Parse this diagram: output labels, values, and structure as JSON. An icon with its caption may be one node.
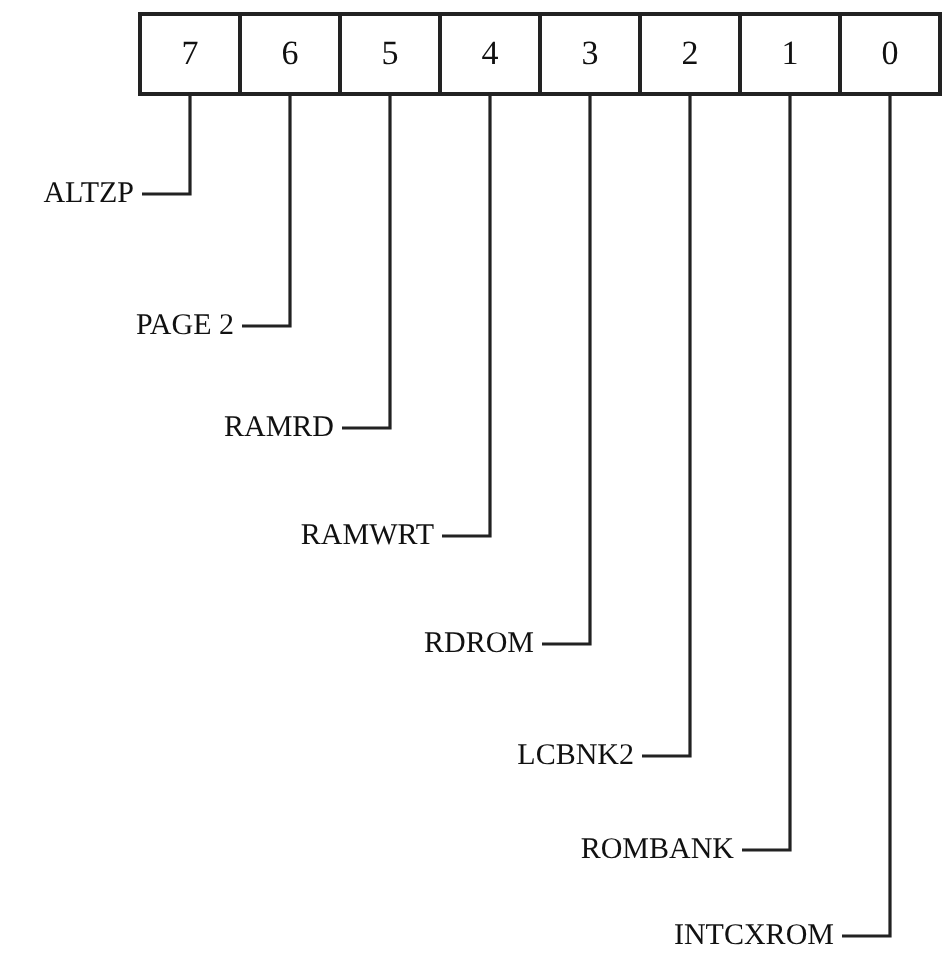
{
  "diagram": {
    "nodes": [
      {
        "text": [
          "7"
        ]
      },
      {
        "text": [
          "6"
        ]
      },
      {
        "text": [
          "5"
        ]
      },
      {
        "text": [
          "4"
        ]
      },
      {
        "text": [
          "3"
        ]
      },
      {
        "text": [
          "2"
        ]
      },
      {
        "text": [
          "1"
        ]
      },
      {
        "text": [
          "0"
        ]
      },
      {
        "text": [
          "ALTZP"
        ]
      },
      {
        "text": [
          "PAGE 2"
        ]
      },
      {
        "text": [
          "RAMRD"
        ]
      },
      {
        "text": [
          "RAMWRT"
        ]
      },
      {
        "text": [
          "RDROM"
        ]
      },
      {
        "text": [
          "LCBNK2"
        ]
      },
      {
        "text": [
          "ROMBANK"
        ]
      },
      {
        "text": [
          "INTCXROM"
        ]
      }
    ],
    "edges": [
      {
        "from": 8,
        "to": 0,
        "arrow": "none"
      },
      {
        "from": 9,
        "to": 1,
        "arrow": "none"
      },
      {
        "from": 10,
        "to": 2,
        "arrow": "none"
      },
      {
        "from": 11,
        "to": 3,
        "arrow": "none"
      },
      {
        "from": 12,
        "to": 4,
        "arrow": "none"
      },
      {
        "from": 13,
        "to": 5,
        "arrow": "none"
      },
      {
        "from": 14,
        "to": 6,
        "arrow": "none"
      },
      {
        "from": 15,
        "to": 7,
        "arrow": "none"
      }
    ]
  }
}
